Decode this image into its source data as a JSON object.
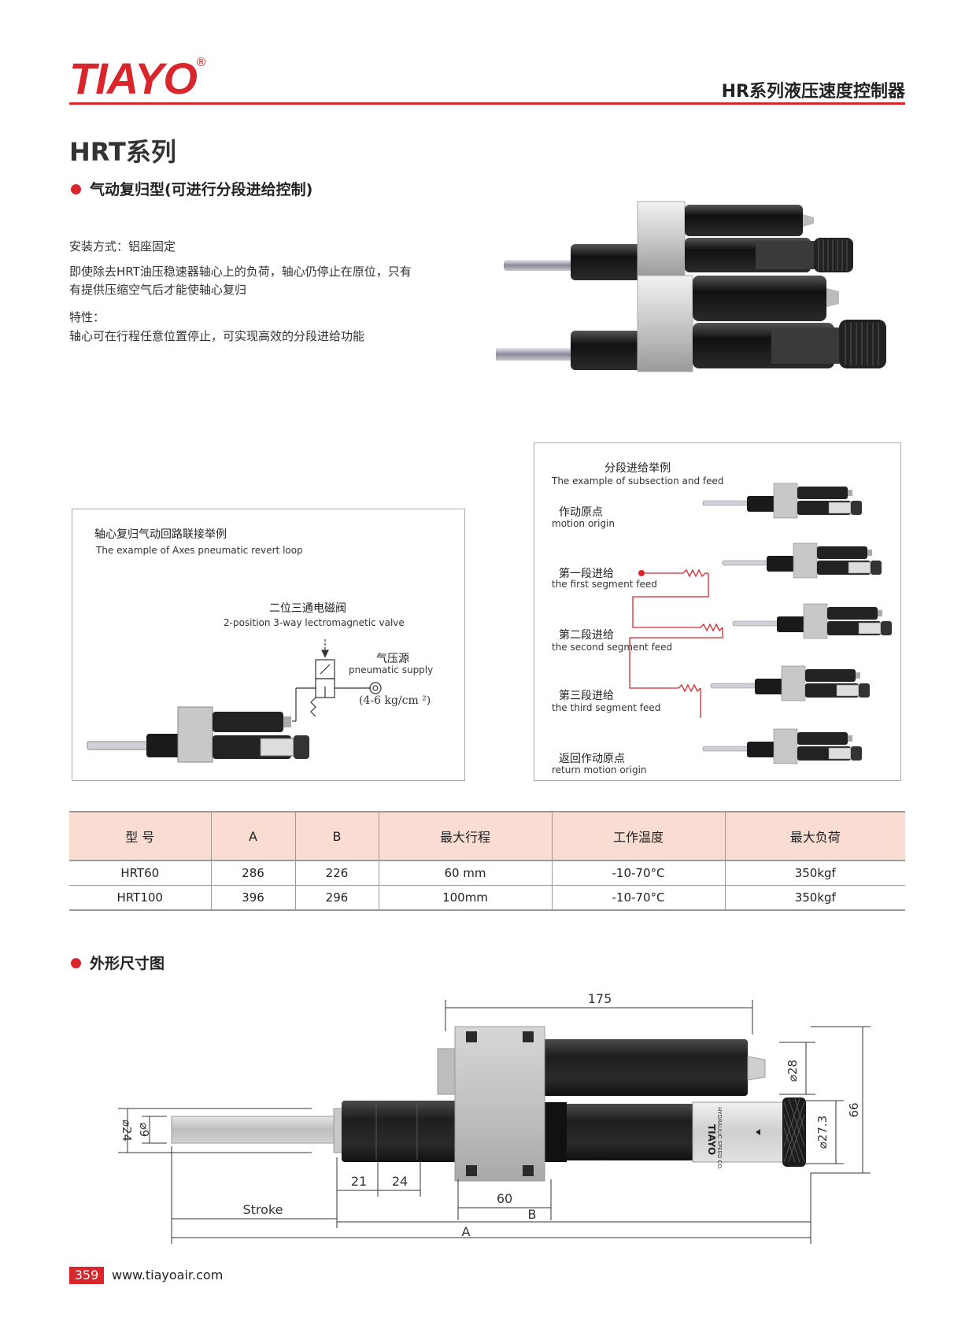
{
  "header": {
    "logo_text": "TIAYO",
    "logo_mark": "®",
    "series_title": "HR系列液压速度控制器"
  },
  "main": {
    "title": "HRT系列",
    "subtitle": "气动复归型(可进行分段进给控制)",
    "mount_line": "安装方式：铝座固定",
    "description_1": "即使除去HRT油压稳速器轴心上的负荷，轴心仍停止在原位，只有",
    "description_2": "有提供压缩空气后才能使轴心复归",
    "features_label": "特性：",
    "features_text": "轴心可在行程任意位置停止，可实现高效的分段进给功能"
  },
  "loop_diagram": {
    "title_cn": "轴心复归气动回路联接举例",
    "title_en": "The example of Axes pneumatic revert loop",
    "valve_cn": "二位三通电磁阀",
    "valve_en": "2-position 3-way lectromagnetic valve",
    "supply_cn": "气压源",
    "supply_en": "pneumatic supply",
    "pressure": "(4-6 kg/cm ²)",
    "icons": [
      "solenoid-valve-icon",
      "air-source-icon",
      "cylinder-icon"
    ]
  },
  "feed_diagram": {
    "title_cn": "分段进给举例",
    "title_en": "The example of subsection and feed",
    "steps": [
      {
        "cn": "作动原点",
        "en": "motion origin"
      },
      {
        "cn": "第一段进给",
        "en": "the first segment feed"
      },
      {
        "cn": "第二段进给",
        "en": "the second segment feed"
      },
      {
        "cn": "第三段进给",
        "en": "the third segment feed"
      },
      {
        "cn": "返回作动原点",
        "en": "return motion origin"
      }
    ],
    "accent_color": "#d8262c"
  },
  "spec_table": {
    "headers": [
      "型 号",
      "A",
      "B",
      "最大行程",
      "工作温度",
      "最大负荷"
    ],
    "rows": [
      [
        "HRT60",
        "286",
        "226",
        "60  mm",
        "-10-70°C",
        "350kgf"
      ],
      [
        "HRT100",
        "396",
        "296",
        "100mm",
        "-10-70°C",
        "350kgf"
      ]
    ],
    "header_color": "#f9dcd2"
  },
  "dimension": {
    "section_title": "外形尺寸图",
    "labels": {
      "d175": "175",
      "d28": "⌀28",
      "d66": "66",
      "d27_3": "⌀27.3",
      "d24": "⌀24",
      "d9": "⌀9",
      "d21": "21",
      "d24b": "24",
      "d60": "60",
      "stroke": "Stroke",
      "B": "B",
      "A": "A",
      "brand": "TIAYO",
      "brand_sub": "HYDRAULIC SPEED CO."
    }
  },
  "footer": {
    "page_number": "359",
    "url": "www.tiayoair.com"
  },
  "colors": {
    "brand_red": "#d8262c",
    "table_header": "#f9dcd2",
    "rule": "#d8262c"
  }
}
